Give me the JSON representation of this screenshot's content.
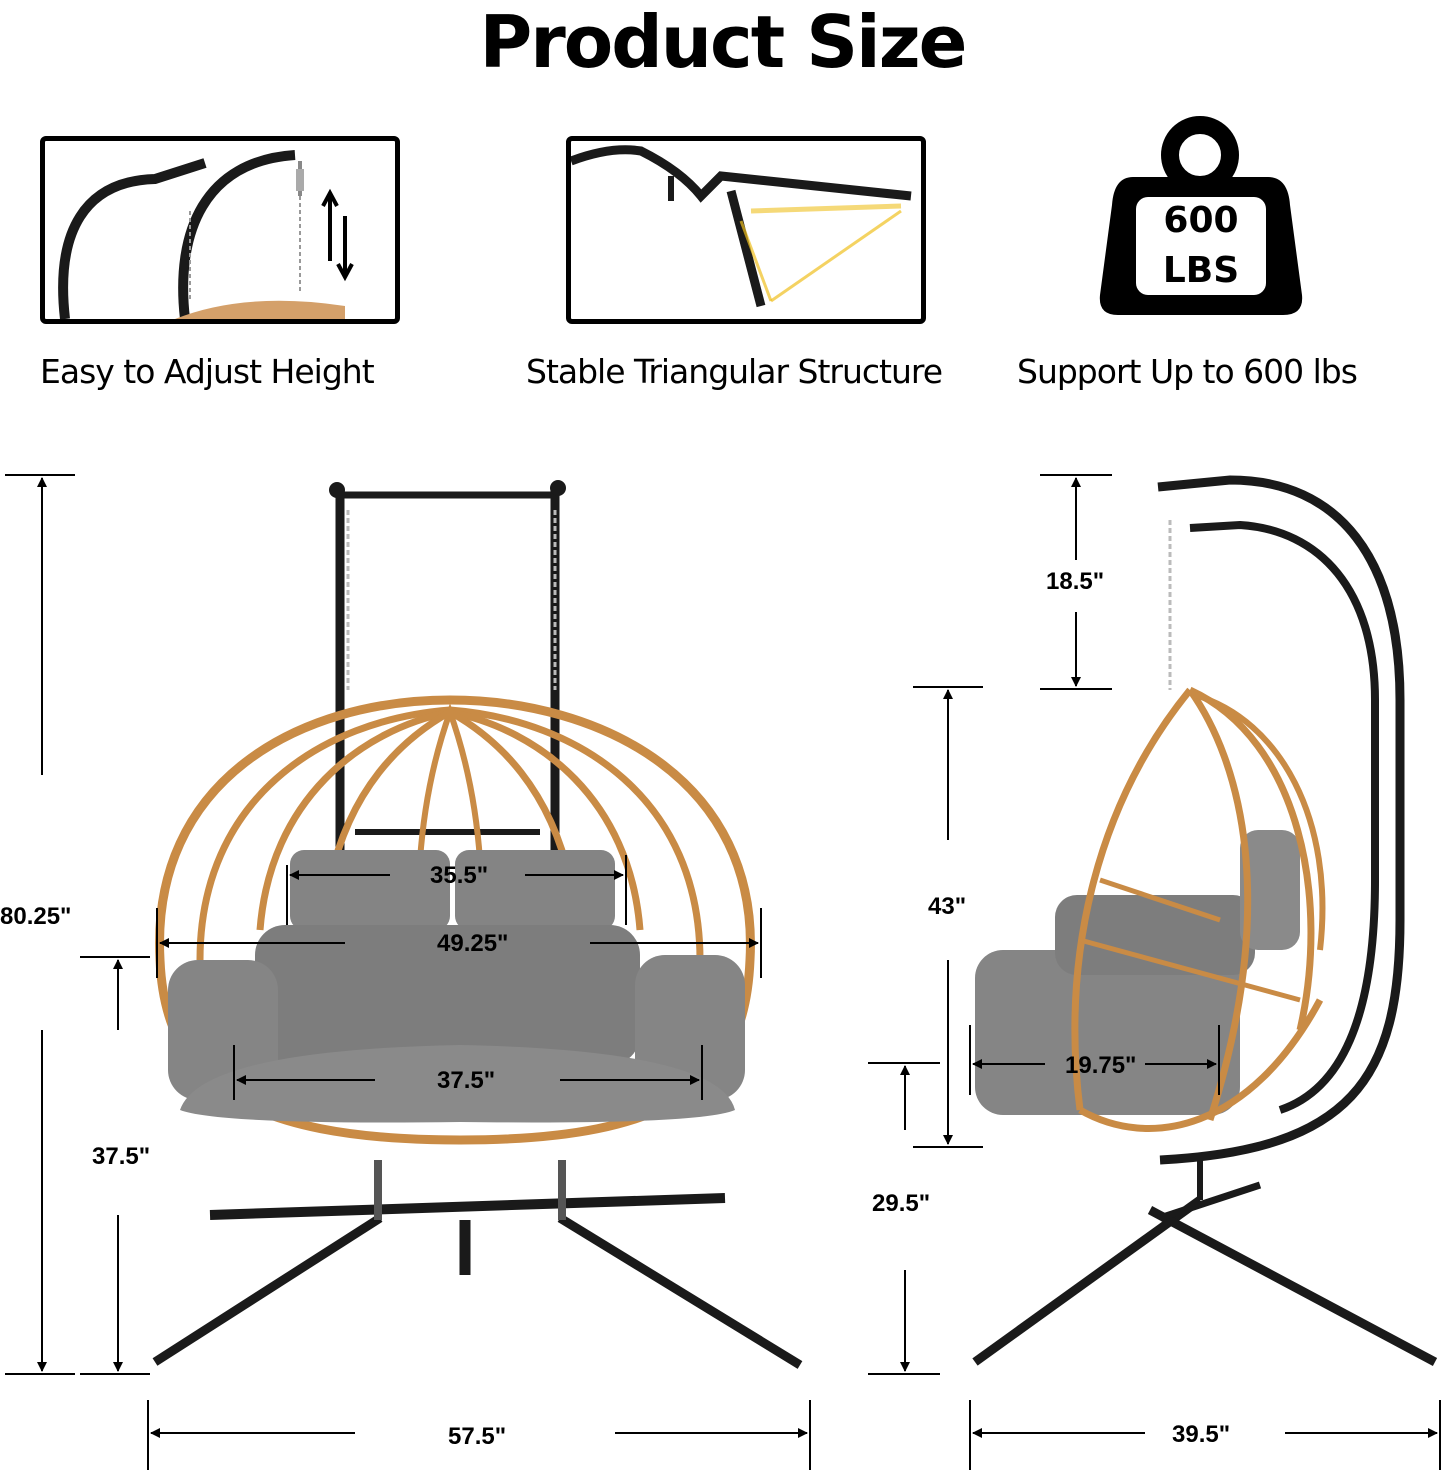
{
  "title": "Product Size",
  "features": [
    {
      "label": "Easy to Adjust Height",
      "icon": "adjust-height-photo"
    },
    {
      "label": "Stable Triangular Structure",
      "icon": "triangular-structure-photo"
    },
    {
      "label": "Support Up to 600 lbs",
      "icon": "weight-icon",
      "weight_value": "600",
      "weight_unit": "LBS"
    }
  ],
  "front_view": {
    "total_height": "80.25\"",
    "seat_height": "37.5\"",
    "pillow_width": "35.5\"",
    "basket_width": "49.25\"",
    "seat_width": "37.5\"",
    "base_width": "57.5\""
  },
  "side_view": {
    "chain_length": "18.5\"",
    "basket_height": "43\"",
    "seat_depth": "19.75\"",
    "ground_clearance": "29.5\"",
    "base_depth": "39.5\""
  },
  "colors": {
    "frame": "#1a1a1a",
    "rattan": "#c98b45",
    "cushion": "#7d7d7d",
    "cushion_light": "#9a9a9a",
    "accent_glow": "#f0c020"
  }
}
